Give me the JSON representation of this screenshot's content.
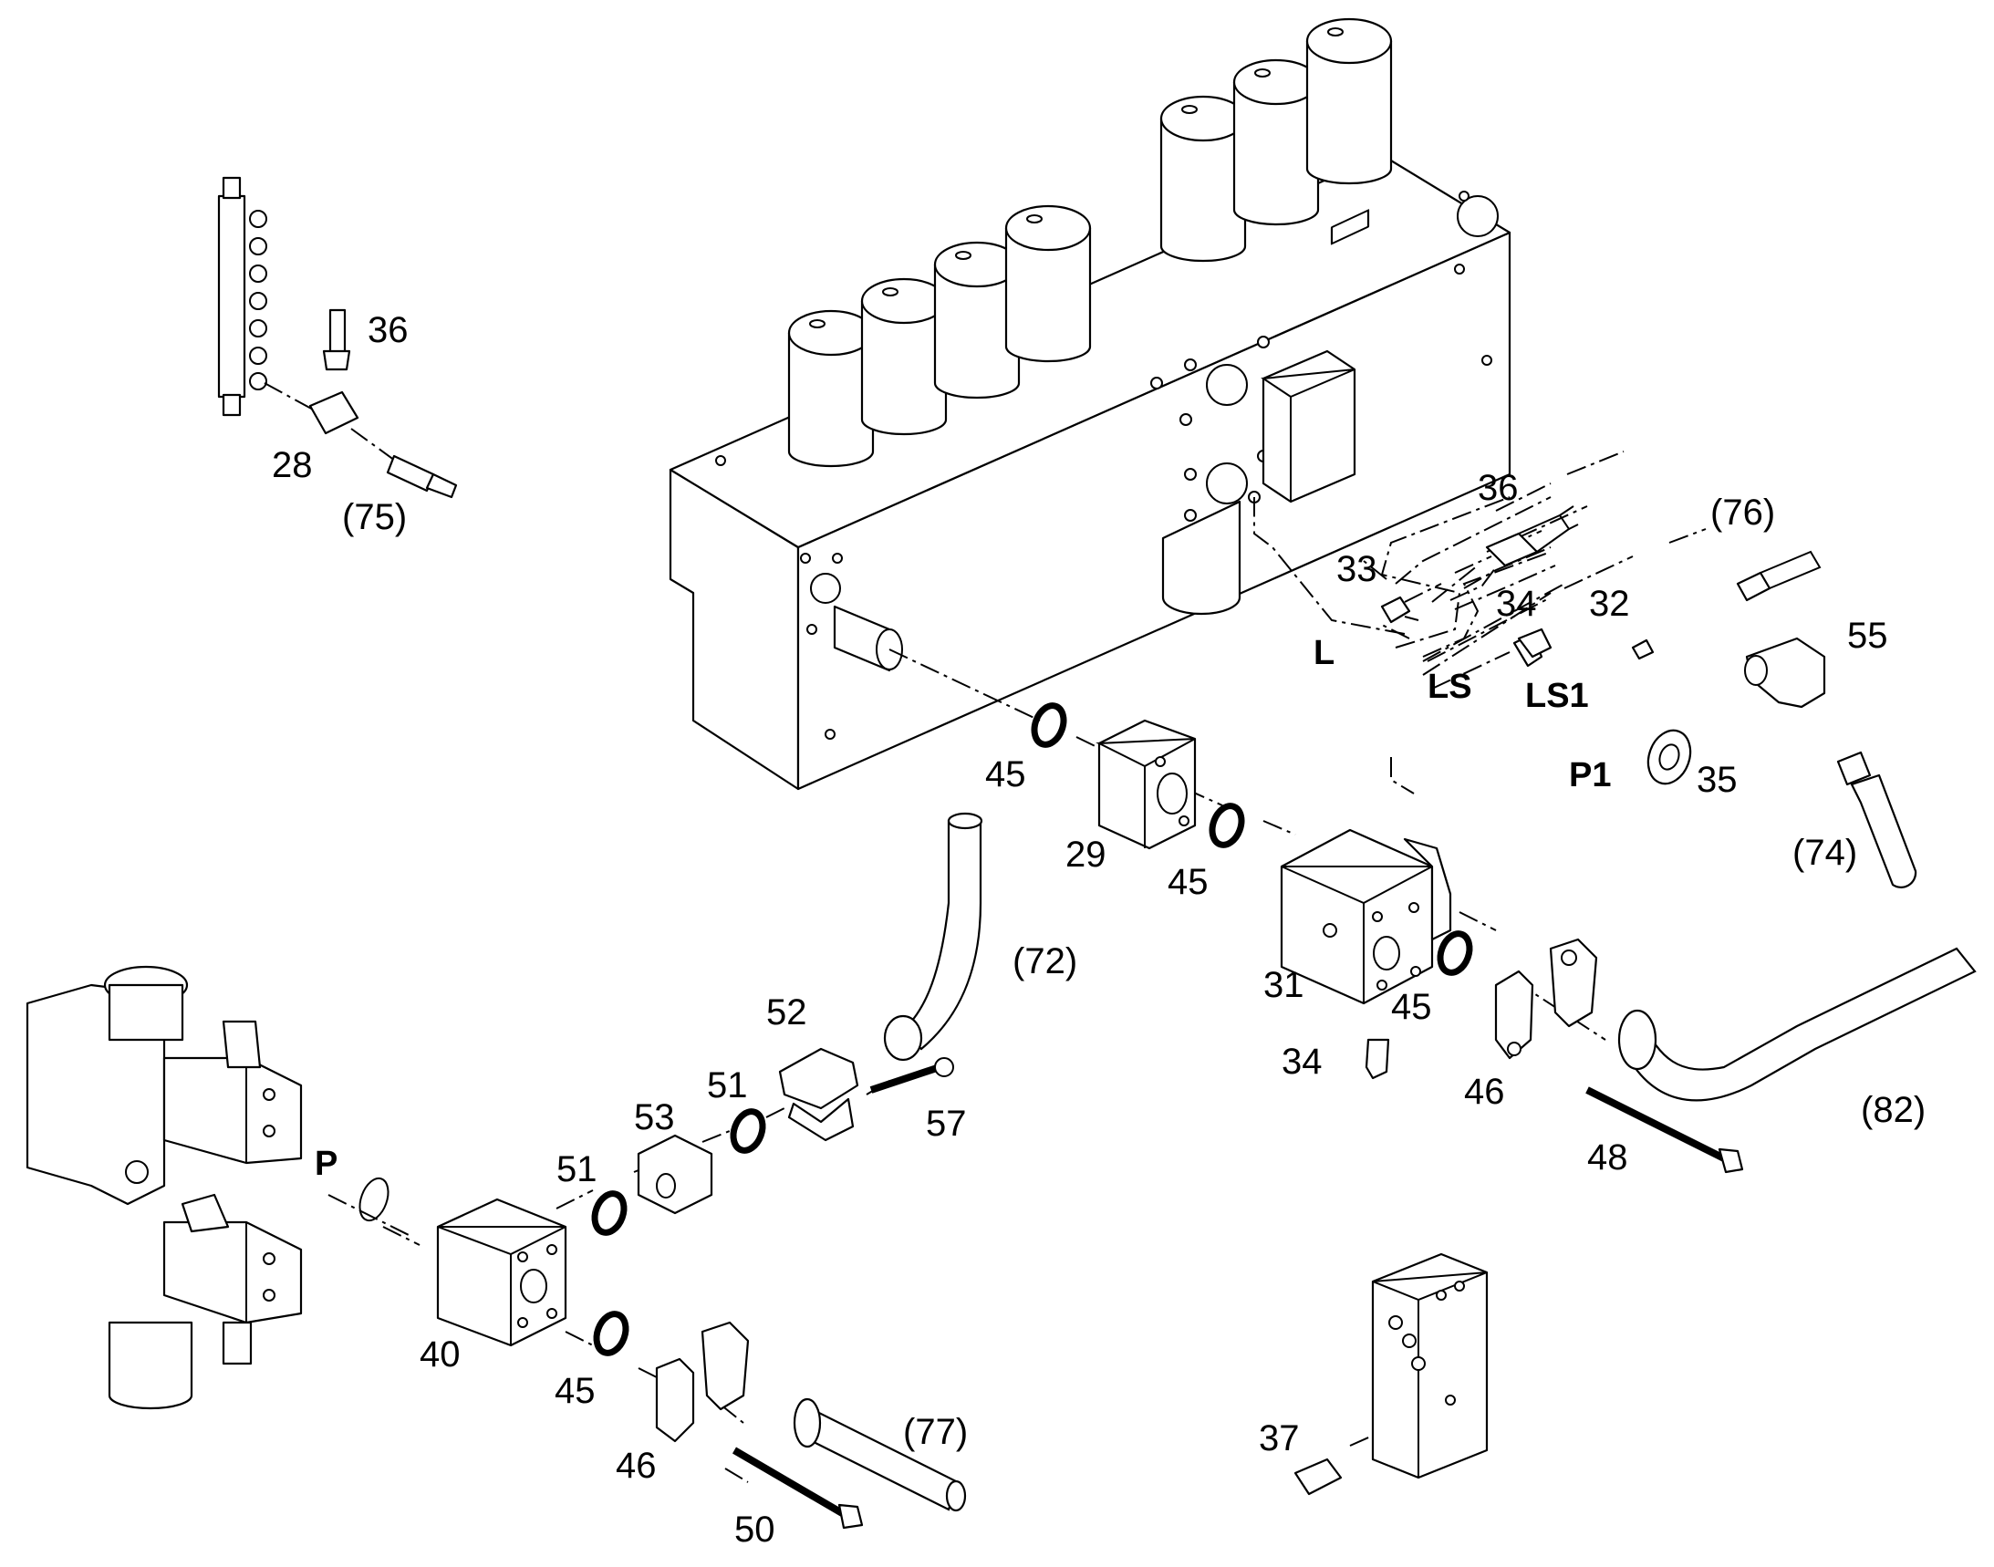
{
  "diagram": {
    "part_labels": {
      "p28": "28",
      "p36a": "36",
      "p75": "(75)",
      "p36b": "36",
      "p33": "33",
      "p34a": "34",
      "p32": "32",
      "p76": "(76)",
      "p55": "55",
      "p35": "35",
      "p74": "(74)",
      "p45a": "45",
      "p29": "29",
      "p45b": "45",
      "p31": "31",
      "p45c": "45",
      "p34b": "34",
      "p46a": "46",
      "p48": "48",
      "p82": "(82)",
      "p72": "(72)",
      "p52": "52",
      "p51a": "51",
      "p53": "53",
      "p57": "57",
      "p51b": "51",
      "p40": "40",
      "p45d": "45",
      "p46b": "46",
      "p50": "50",
      "p77": "(77)",
      "p37": "37"
    },
    "port_labels": {
      "L": "L",
      "LS": "LS",
      "LS1": "LS1",
      "P1": "P1",
      "P": "P"
    }
  }
}
